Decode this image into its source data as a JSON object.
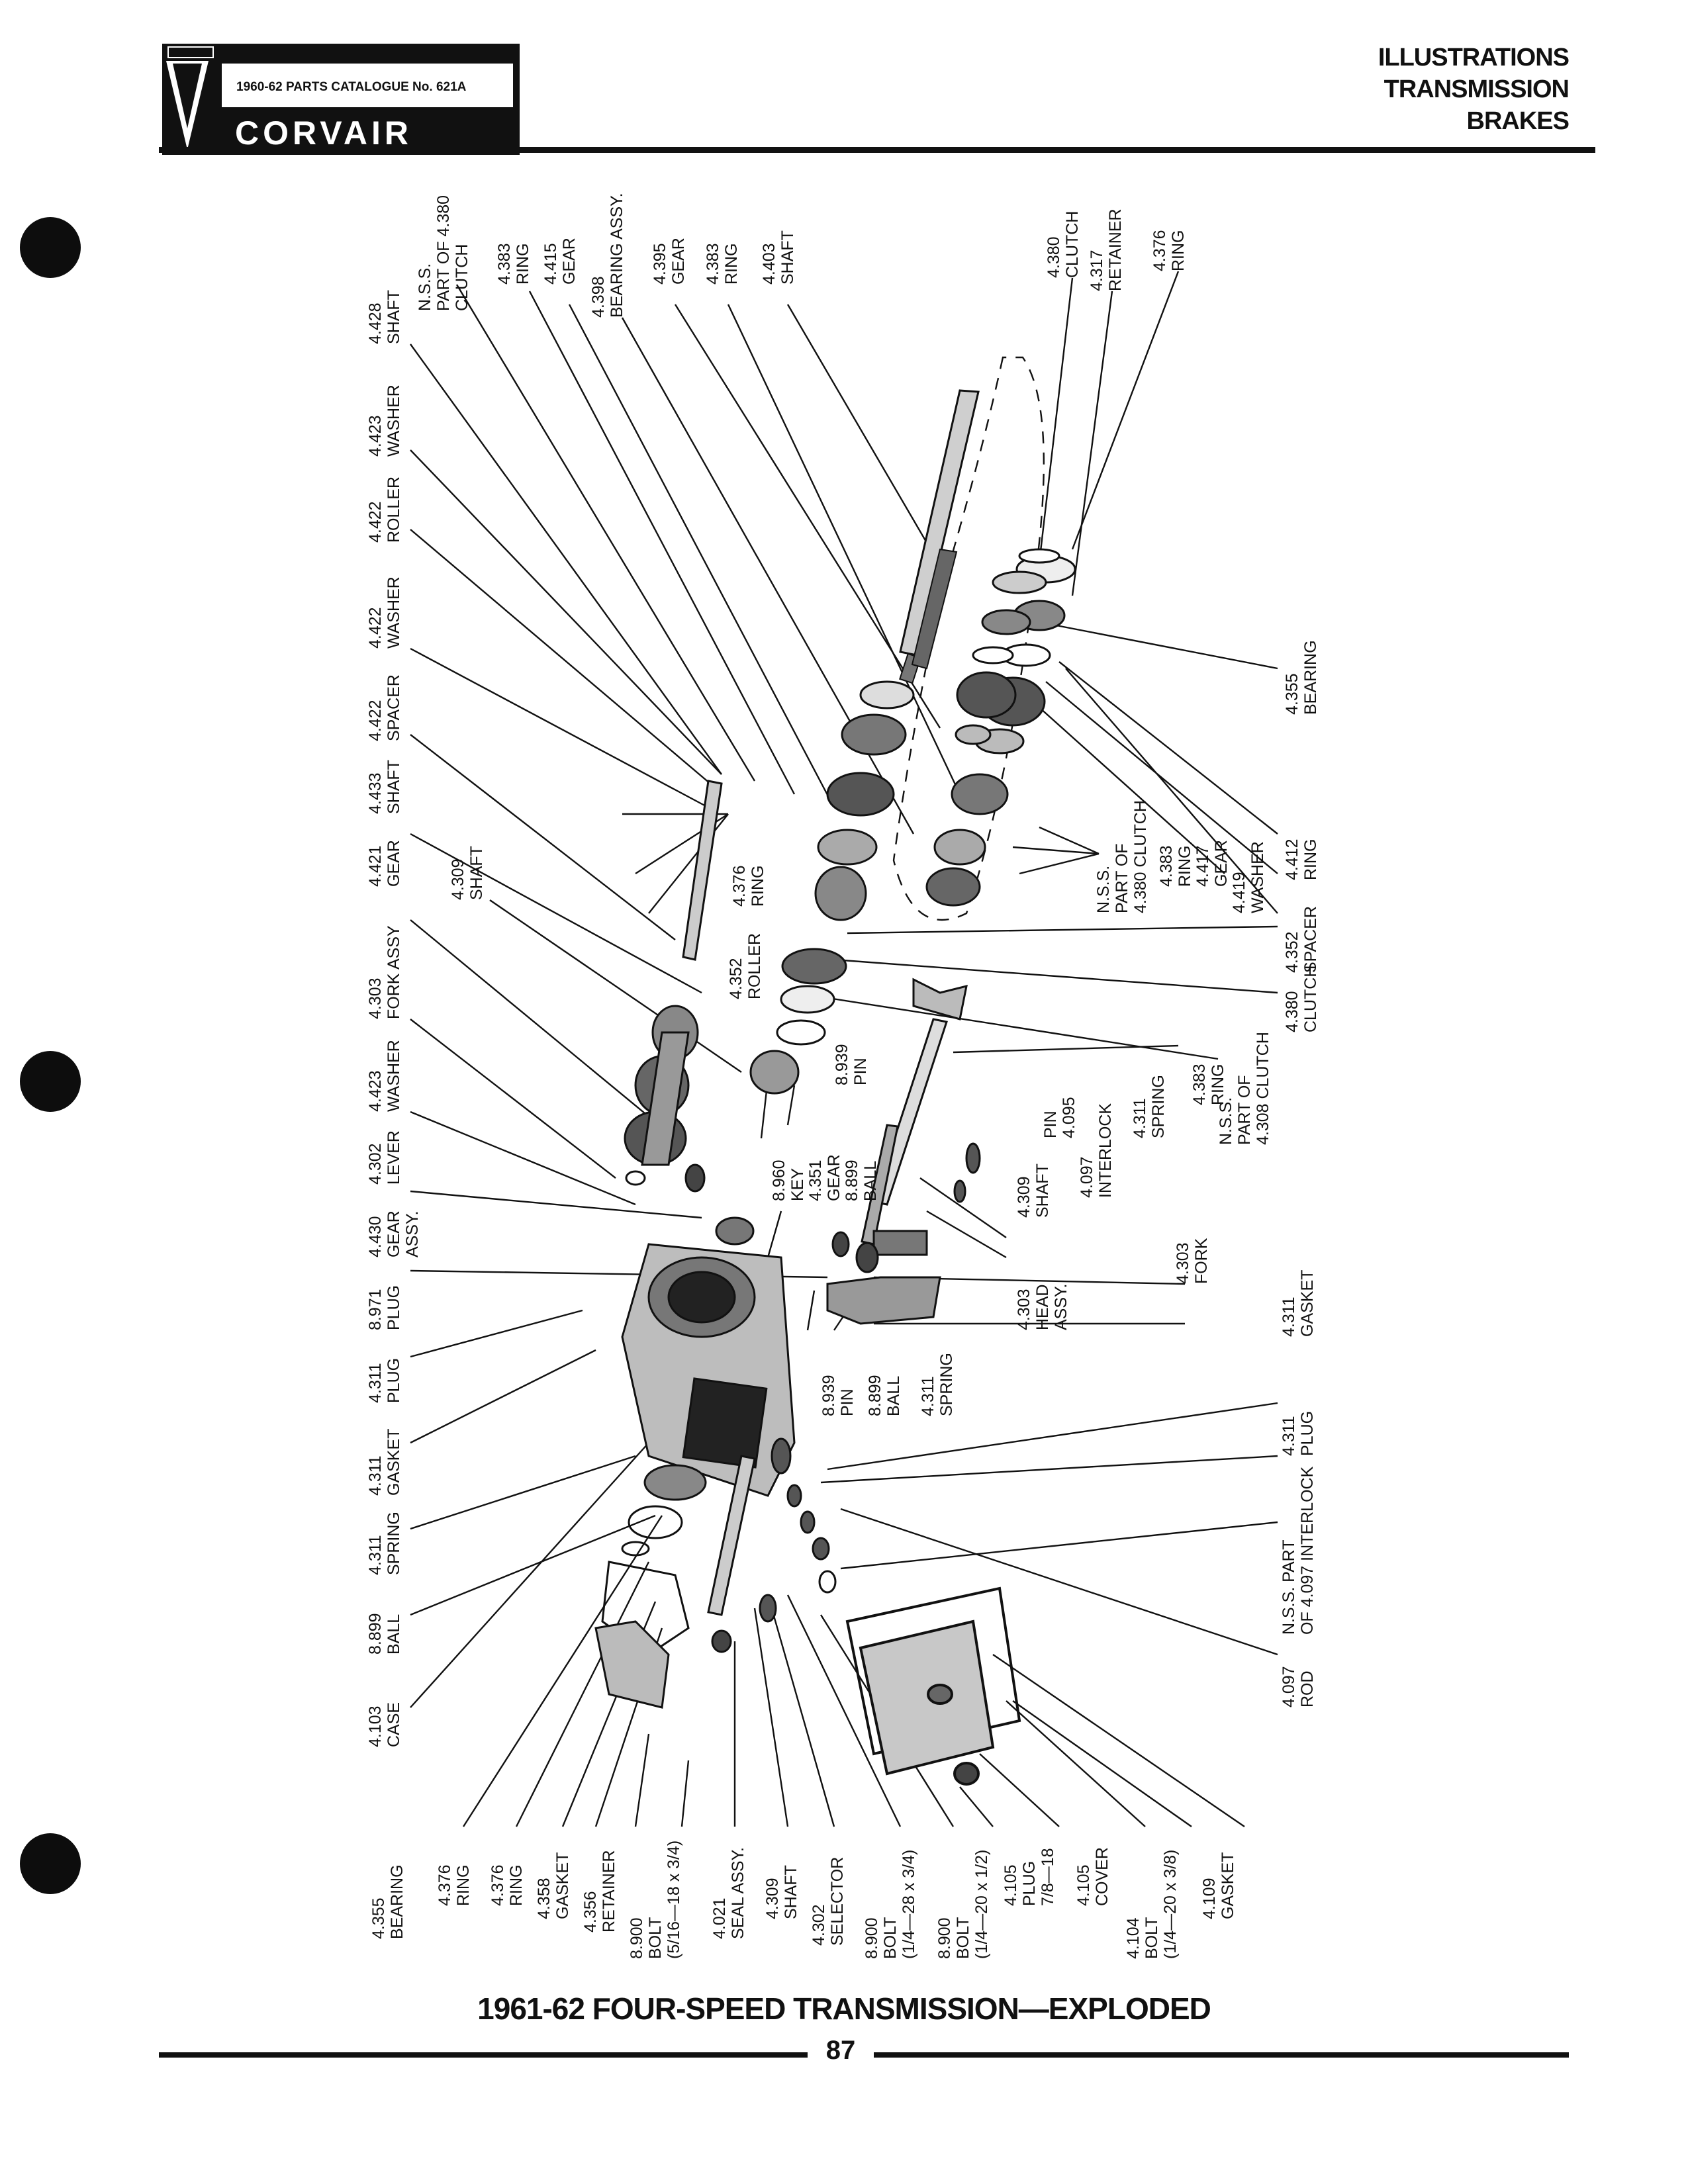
{
  "header": {
    "catalogue": "1960-62 PARTS CATALOGUE No. 621A",
    "brand": "CORVAIR",
    "titles": [
      "ILLUSTRATIONS",
      "TRANSMISSION",
      "BRAKES"
    ]
  },
  "caption": "1961-62 FOUR-SPEED TRANSMISSION—EXPLODED",
  "page_number": "87",
  "callouts": [
    {
      "no": "4.428",
      "name": "SHAFT"
    },
    {
      "no": "N.S.S.",
      "name": "PART OF 4.380",
      "extra": "CLUTCH"
    },
    {
      "no": "4.383",
      "name": "RING"
    },
    {
      "no": "4.415",
      "name": "GEAR"
    },
    {
      "no": "4.398",
      "name": "BEARING ASSY."
    },
    {
      "no": "4.395",
      "name": "GEAR"
    },
    {
      "no": "4.383",
      "name": "RING"
    },
    {
      "no": "4.403",
      "name": "SHAFT"
    },
    {
      "no": "4.380",
      "name": "CLUTCH"
    },
    {
      "no": "4.317",
      "name": "RETAINER"
    },
    {
      "no": "4.376",
      "name": "RING"
    },
    {
      "no": "4.423",
      "name": "WASHER"
    },
    {
      "no": "4.422",
      "name": "ROLLER"
    },
    {
      "no": "4.422",
      "name": "WASHER"
    },
    {
      "no": "4.422",
      "name": "SPACER"
    },
    {
      "no": "4.433",
      "name": "SHAFT"
    },
    {
      "no": "4.421",
      "name": "GEAR"
    },
    {
      "no": "4.309",
      "name": "SHAFT"
    },
    {
      "no": "4.303",
      "name": "FORK ASSY"
    },
    {
      "no": "4.423",
      "name": "WASHER"
    },
    {
      "no": "4.302",
      "name": "LEVER"
    },
    {
      "no": "4.430",
      "name": "GEAR",
      "extra": "ASSY."
    },
    {
      "no": "8.971",
      "name": "PLUG"
    },
    {
      "no": "4.311",
      "name": "PLUG"
    },
    {
      "no": "4.311",
      "name": "GASKET"
    },
    {
      "no": "4.311",
      "name": "SPRING"
    },
    {
      "no": "8.899",
      "name": "BALL"
    },
    {
      "no": "4.103",
      "name": "CASE"
    },
    {
      "no": "4.355",
      "name": "BEARING"
    },
    {
      "no": "4.376",
      "name": "RING"
    },
    {
      "no": "4.376",
      "name": "RING"
    },
    {
      "no": "4.358",
      "name": "GASKET"
    },
    {
      "no": "4.356",
      "name": "RETAINER"
    },
    {
      "no": "8.900",
      "name": "BOLT",
      "extra": "(5/16—18 x 3/4)"
    },
    {
      "no": "4.021",
      "name": "SEAL ASSY."
    },
    {
      "no": "4.309",
      "name": "SHAFT"
    },
    {
      "no": "4.302",
      "name": "SELECTOR"
    },
    {
      "no": "8.900",
      "name": "BOLT",
      "extra": "(1/4—28 x 3/4)"
    },
    {
      "no": "8.900",
      "name": "BOLT",
      "extra": "(1/4—20 x 1/2)"
    },
    {
      "no": "4.105",
      "name": "PLUG",
      "extra": "7/8—18"
    },
    {
      "no": "4.105",
      "name": "COVER"
    },
    {
      "no": "4.104",
      "name": "BOLT",
      "extra": "(1/4—20 x 3/8)"
    },
    {
      "no": "4.109",
      "name": "GASKET"
    },
    {
      "no": "4.352",
      "name": "ROLLER"
    },
    {
      "no": "4.376",
      "name": "RING"
    },
    {
      "no": "8.939",
      "name": "PIN"
    },
    {
      "no": "8.960",
      "name": "KEY"
    },
    {
      "no": "4.351",
      "name": "GEAR"
    },
    {
      "no": "8.899",
      "name": "BALL"
    },
    {
      "no": "4.095",
      "name": "PIN"
    },
    {
      "no": "4.097",
      "name": "INTERLOCK"
    },
    {
      "no": "4.311",
      "name": "SPRING"
    },
    {
      "no": "4.309",
      "name": "SHAFT"
    },
    {
      "no": "4.303",
      "name": "HEAD",
      "extra": "ASSY."
    },
    {
      "no": "4.303",
      "name": "FORK"
    },
    {
      "no": "8.939",
      "name": "PIN"
    },
    {
      "no": "8.899",
      "name": "BALL"
    },
    {
      "no": "4.311",
      "name": "SPRING"
    },
    {
      "no": "4.311",
      "name": "GASKET"
    },
    {
      "no": "4.311",
      "name": "PLUG"
    },
    {
      "no": "N.S.S. PART",
      "name": "OF 4.097 INTERLOCK"
    },
    {
      "no": "4.097",
      "name": "ROD"
    },
    {
      "no": "4.355",
      "name": "BEARING"
    },
    {
      "no": "N.S.S.",
      "name": "PART OF",
      "extra": "4.380 CLUTCH"
    },
    {
      "no": "4.383",
      "name": "RING"
    },
    {
      "no": "4.417",
      "name": "GEAR"
    },
    {
      "no": "4.419",
      "name": "WASHER"
    },
    {
      "no": "4.412",
      "name": "RING"
    },
    {
      "no": "4.352",
      "name": "SPACER"
    },
    {
      "no": "4.380",
      "name": "CLUTCH"
    },
    {
      "no": "N.S.S.",
      "name": "PART OF",
      "extra": "4.308 CLUTCH"
    },
    {
      "no": "4.383",
      "name": "RING"
    }
  ]
}
